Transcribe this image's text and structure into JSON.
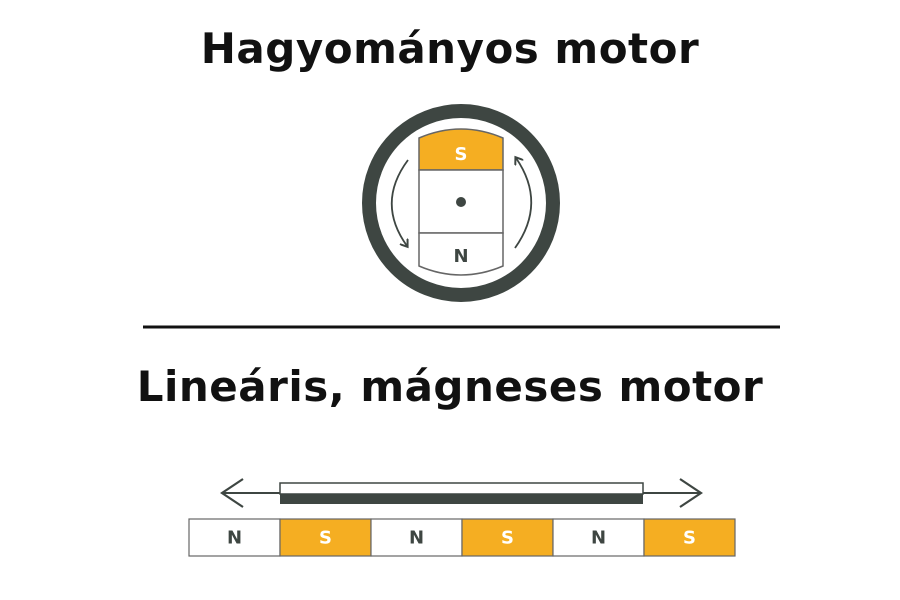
{
  "titles": {
    "conventional": "Hagyományos motor",
    "linear": "Lineáris, mágneses motor"
  },
  "rotary_motor": {
    "top_pole": "S",
    "bottom_pole": "N"
  },
  "linear_track": {
    "poles": [
      "N",
      "S",
      "N",
      "S",
      "N",
      "S"
    ]
  },
  "colors": {
    "s_pole": "#F5AE22",
    "n_pole": "#FFFFFF",
    "dark": "#3E4642",
    "outline": "#666666",
    "text": "#111111"
  }
}
